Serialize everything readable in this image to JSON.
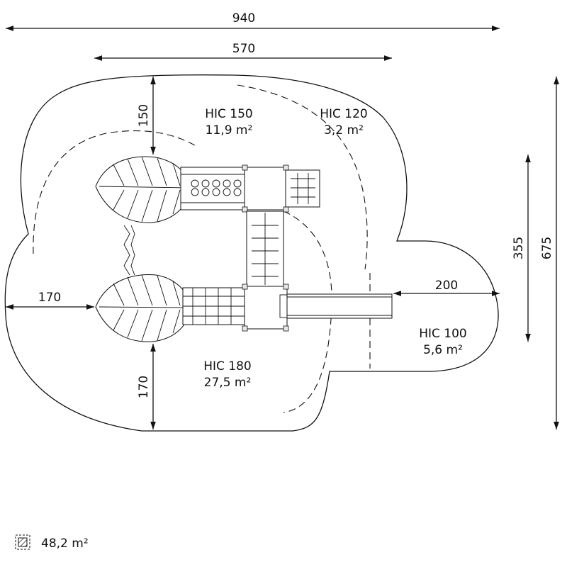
{
  "dimensions": {
    "total_width": "940",
    "structure_width": "570",
    "top_clearance": "150",
    "left_clearance": "170",
    "bottom_clearance": "170",
    "slide_clearance": "200",
    "slide_zone_height": "355",
    "total_height": "675"
  },
  "zones": [
    {
      "name": "HIC 150",
      "area": "11,9 m²"
    },
    {
      "name": "HIC 120",
      "area": "3,2 m²"
    },
    {
      "name": "HIC 180",
      "area": "27,5 m²"
    },
    {
      "name": "HIC 100",
      "area": "5,6 m²"
    }
  ],
  "legend": {
    "icon": "hatched-area-icon",
    "total_area": "48,2 m²"
  }
}
